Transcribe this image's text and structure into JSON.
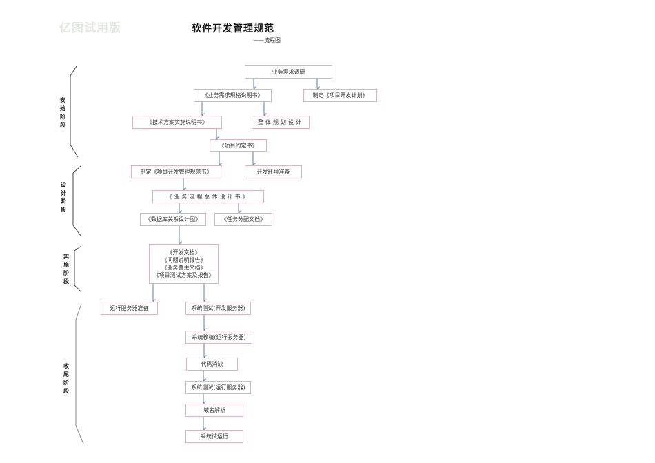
{
  "watermark": "亿图试用版",
  "title": "软件开发管理规范",
  "subtitle": "——流程图",
  "stages": [
    {
      "label": "安始阶段",
      "chars": [
        "安",
        "始",
        "阶",
        "段"
      ]
    },
    {
      "label": "设计阶段",
      "chars": [
        "设",
        "计",
        "阶",
        "段"
      ]
    },
    {
      "label": "实施阶段",
      "chars": [
        "实",
        "施",
        "阶",
        "段"
      ]
    },
    {
      "label": "收尾阶段",
      "chars": [
        "收",
        "尾",
        "阶",
        "段"
      ]
    }
  ],
  "nodes": {
    "requirements_research": "业务需求调研",
    "requirements_spec": "《业务需求规格说明书》",
    "project_plan": "制定《项目开发计划》",
    "tech_solution": "《技术方案实施说明书》",
    "overall_planning": "整体规划设计",
    "project_agreement": "《项目约定书》",
    "mgmt_spec": "制定《项目开发管理规范书》",
    "dev_env": "开发环境准备",
    "process_design": "《业务流程总体设计书》",
    "db_design": "《数据库关系设计图》",
    "task_doc": "《任务分配文档》",
    "impl_docs": [
      "《开发文档》",
      "《问题说明报告》",
      "《业务变更文档》",
      "《项目测试方案及报告》"
    ],
    "prod_server_prep": "运行服务器准备",
    "test_dev_server": "系统测试(开发服务器)",
    "migrate_prod": "系统移植(运行服务器)",
    "bug_fix": "代码消缺",
    "test_prod_server": "系统测试(运行服务器)",
    "dns": "域名解析",
    "trial_run": "系统试运行"
  },
  "colors": {
    "box_border": "#dcb4bd",
    "arrow": "#5a7fa8",
    "bracket": "#444444",
    "watermark": "#e3eadf"
  }
}
